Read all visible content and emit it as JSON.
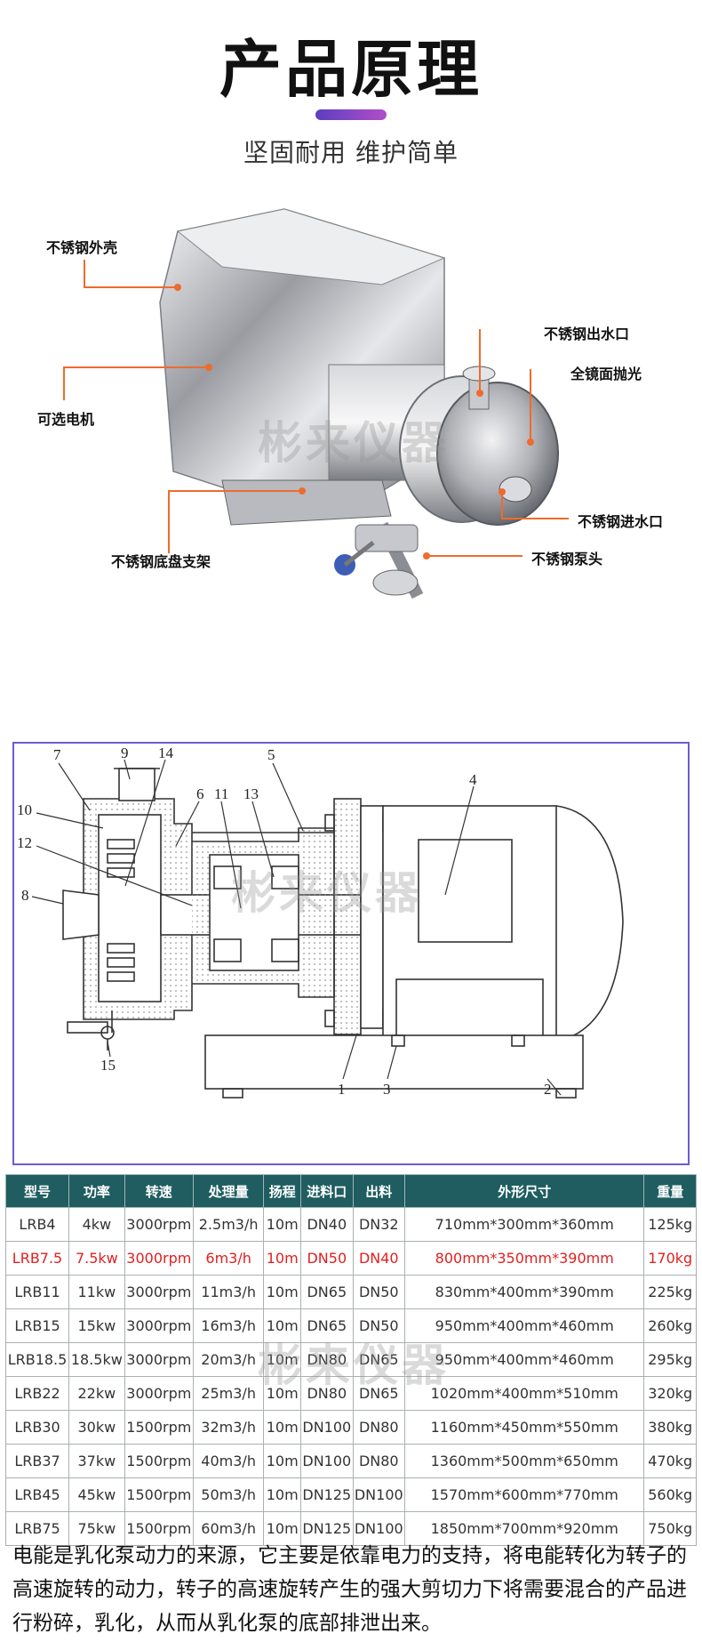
{
  "header": {
    "title": "产品原理",
    "subtitle": "坚固耐用 维护简单"
  },
  "photo": {
    "callouts": [
      {
        "label": "不锈钢外壳"
      },
      {
        "label": "可选电机"
      },
      {
        "label": "不锈钢底盘支架"
      },
      {
        "label": "不锈钢出水口"
      },
      {
        "label": "全镜面抛光"
      },
      {
        "label": "不锈钢进水口"
      },
      {
        "label": "不锈钢泵头"
      }
    ],
    "watermark": "彬来仪器"
  },
  "diagram": {
    "part_numbers": [
      "7",
      "9",
      "14",
      "5",
      "4",
      "6",
      "11",
      "13",
      "10",
      "12",
      "8",
      "15",
      "1",
      "3",
      "2"
    ],
    "watermark": "彬来仪器",
    "border_color": "#6d5ccf"
  },
  "table": {
    "headers": [
      "型号",
      "功率",
      "转速",
      "处理量",
      "扬程",
      "进料口",
      "出料",
      "外形尺寸",
      "重量"
    ],
    "rows": [
      [
        "LRB4",
        "4kw",
        "3000rpm",
        "2.5m3/h",
        "10m",
        "DN40",
        "DN32",
        "710mm*300mm*360mm",
        "125kg"
      ],
      [
        "LRB7.5",
        "7.5kw",
        "3000rpm",
        "6m3/h",
        "10m",
        "DN50",
        "DN40",
        "800mm*350mm*390mm",
        "170kg"
      ],
      [
        "LRB11",
        "11kw",
        "3000rpm",
        "11m3/h",
        "10m",
        "DN65",
        "DN50",
        "830mm*400mm*390mm",
        "225kg"
      ],
      [
        "LRB15",
        "15kw",
        "3000rpm",
        "16m3/h",
        "10m",
        "DN65",
        "DN50",
        "950mm*400mm*460mm",
        "260kg"
      ],
      [
        "LRB18.5",
        "18.5kw",
        "3000rpm",
        "20m3/h",
        "10m",
        "DN80",
        "DN65",
        "950mm*400mm*460mm",
        "295kg"
      ],
      [
        "LRB22",
        "22kw",
        "3000rpm",
        "25m3/h",
        "10m",
        "DN80",
        "DN65",
        "1020mm*400mm*510mm",
        "320kg"
      ],
      [
        "LRB30",
        "30kw",
        "1500rpm",
        "32m3/h",
        "10m",
        "DN100",
        "DN80",
        "1160mm*450mm*550mm",
        "380kg"
      ],
      [
        "LRB37",
        "37kw",
        "1500rpm",
        "40m3/h",
        "10m",
        "DN100",
        "DN80",
        "1360mm*500mm*650mm",
        "470kg"
      ],
      [
        "LRB45",
        "45kw",
        "1500rpm",
        "50m3/h",
        "10m",
        "DN125",
        "DN100",
        "1570mm*600mm*770mm",
        "560kg"
      ],
      [
        "LRB75",
        "75kw",
        "1500rpm",
        "60m3/h",
        "10m",
        "DN125",
        "DN100",
        "1850mm*700mm*920mm",
        "750kg"
      ]
    ],
    "highlight_row": 1,
    "highlight_color": "#e02020",
    "header_color": "#1f5d60",
    "watermark": "彬来仪器"
  },
  "description": "电能是乳化泵动力的来源，它主要是依靠电力的支持，将电能转化为转子的高速旋转的动力，转子的高速旋转产生的强大剪切力下将需要混合的产品进行粉碎，乳化，从而从乳化泵的底部排泄出来。"
}
